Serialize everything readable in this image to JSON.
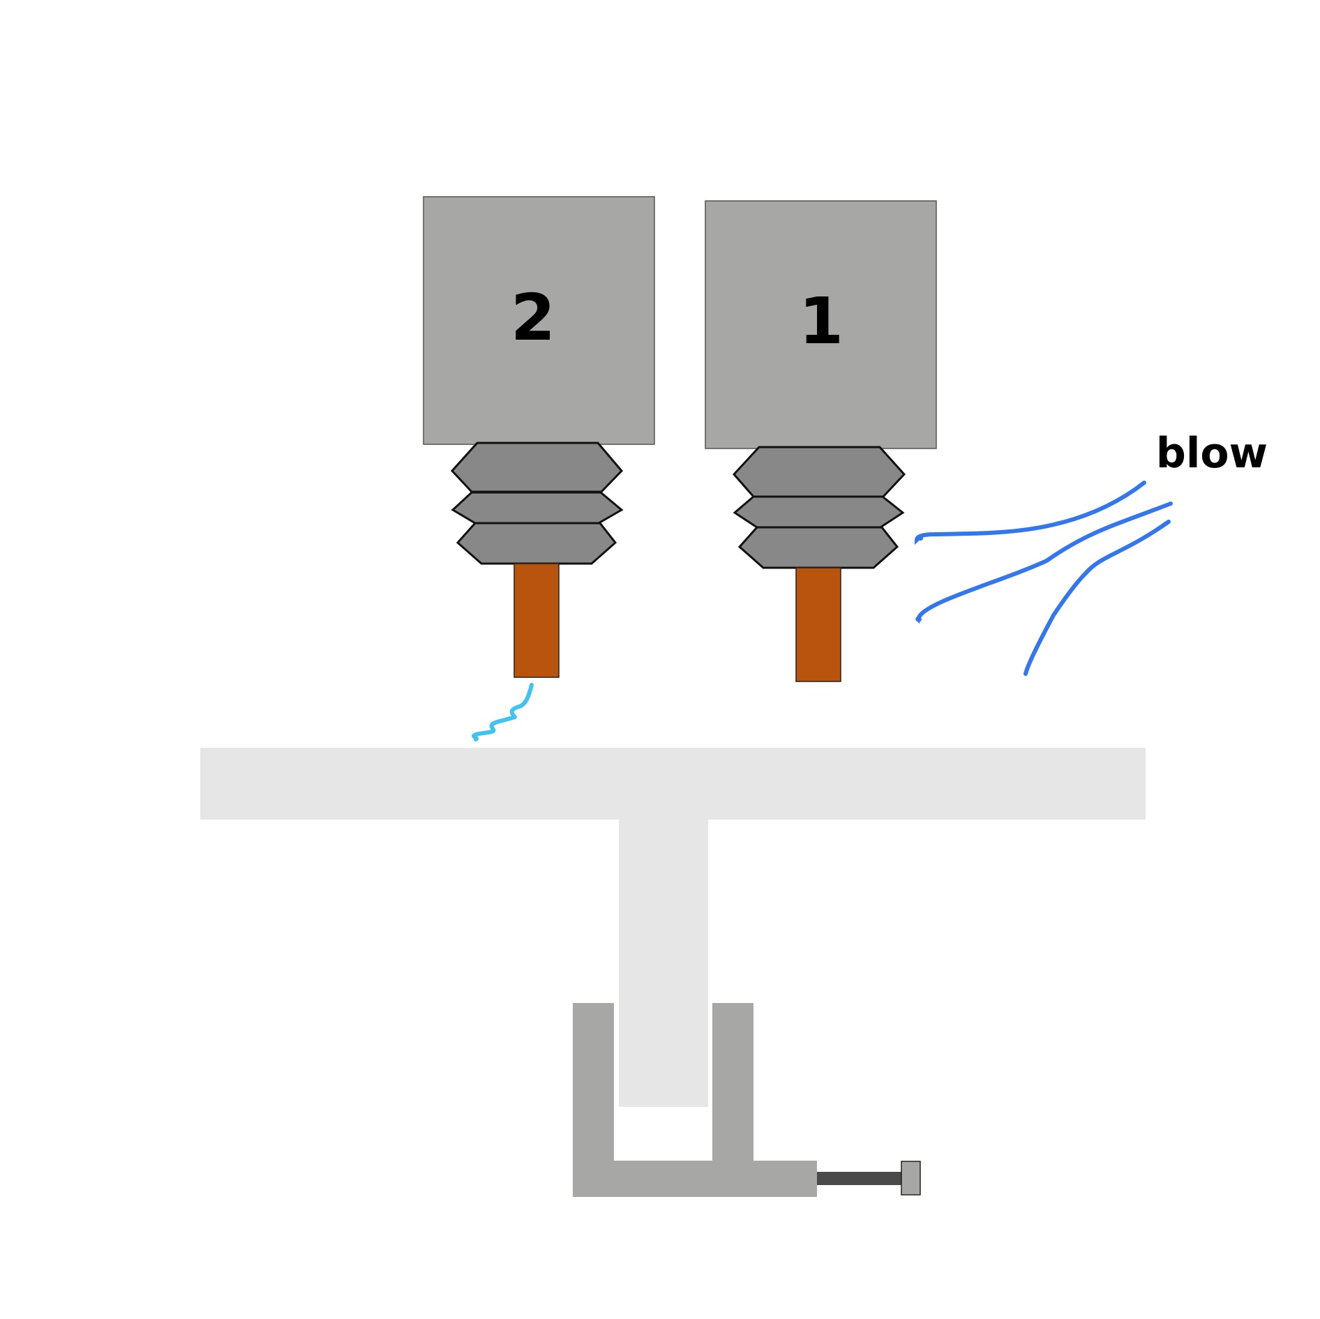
{
  "labels": {
    "nozzle_left": "2",
    "nozzle_right": "1",
    "airflow": "blow"
  },
  "colors": {
    "heater_block": "#a7a7a5",
    "nut": "#888888",
    "nozzle_tip": "#b8540e",
    "bed": "#e6e6e6",
    "clamp": "#a7a7a5",
    "screw": "#4a4a4a",
    "airflow_lines": "#3377ee",
    "ooze": "#3fc3ef"
  }
}
